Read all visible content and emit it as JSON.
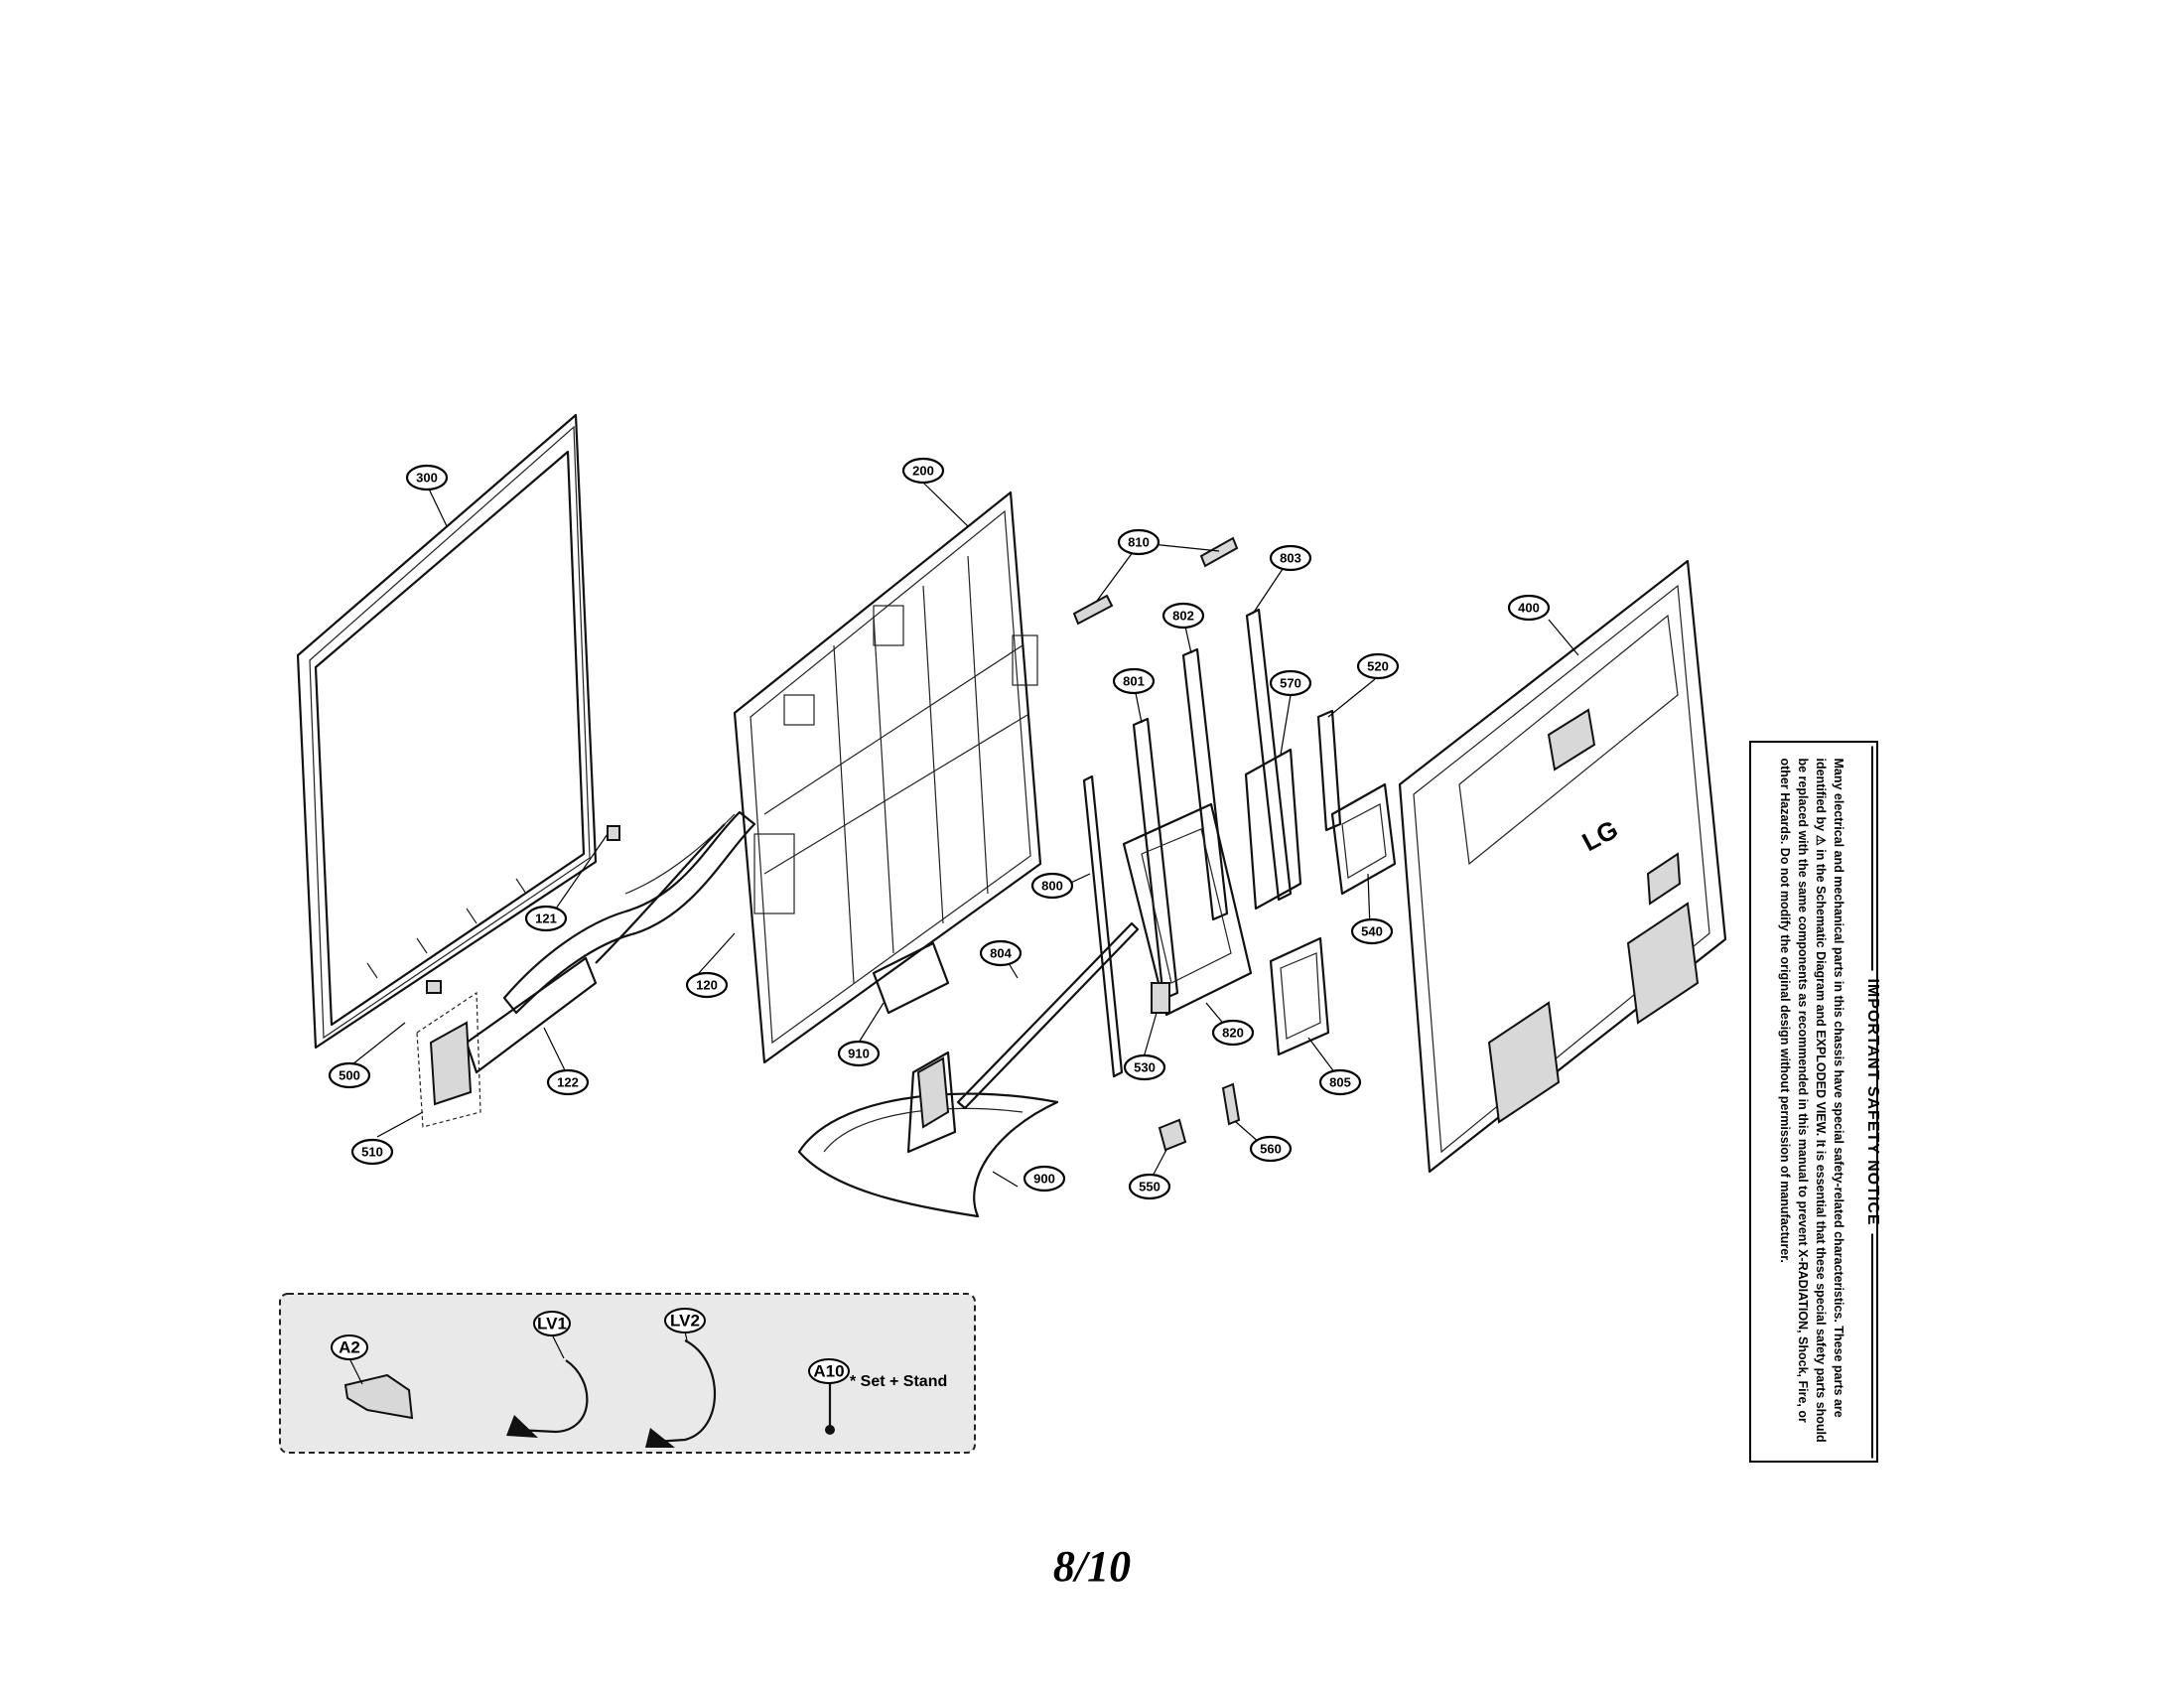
{
  "callouts": {
    "c300": "300",
    "c200": "200",
    "c400": "400",
    "c810": "810",
    "c803": "803",
    "c802": "802",
    "c801": "801",
    "c570": "570",
    "c520": "520",
    "c121": "121",
    "c120": "120",
    "c122": "122",
    "c500": "500",
    "c510": "510",
    "c910": "910",
    "c800": "800",
    "c804": "804",
    "c530": "530",
    "c820": "820",
    "c540": "540",
    "c805": "805",
    "c560": "560",
    "c550": "550",
    "c900": "900"
  },
  "accessories": {
    "a2": "A2",
    "lv1": "LV1",
    "lv2": "LV2",
    "a10": "A10",
    "a10_note": "* Set + Stand"
  },
  "logo": "LG",
  "notice": {
    "title": "IMPORTANT SAFETY NOTICE",
    "body": "Many electrical and mechanical parts in this chassis have special safety-related characteristics. These parts are identified by ⚠ in the Schematic Diagram and EXPLODED VIEW. It is essential that these special safety parts should be replaced with the same components as recommended in this manual to prevent X-RADIATION, Shock, Fire, or other Hazards. Do not modify the original design without permission of manufacturer."
  },
  "page_number": "8/10"
}
